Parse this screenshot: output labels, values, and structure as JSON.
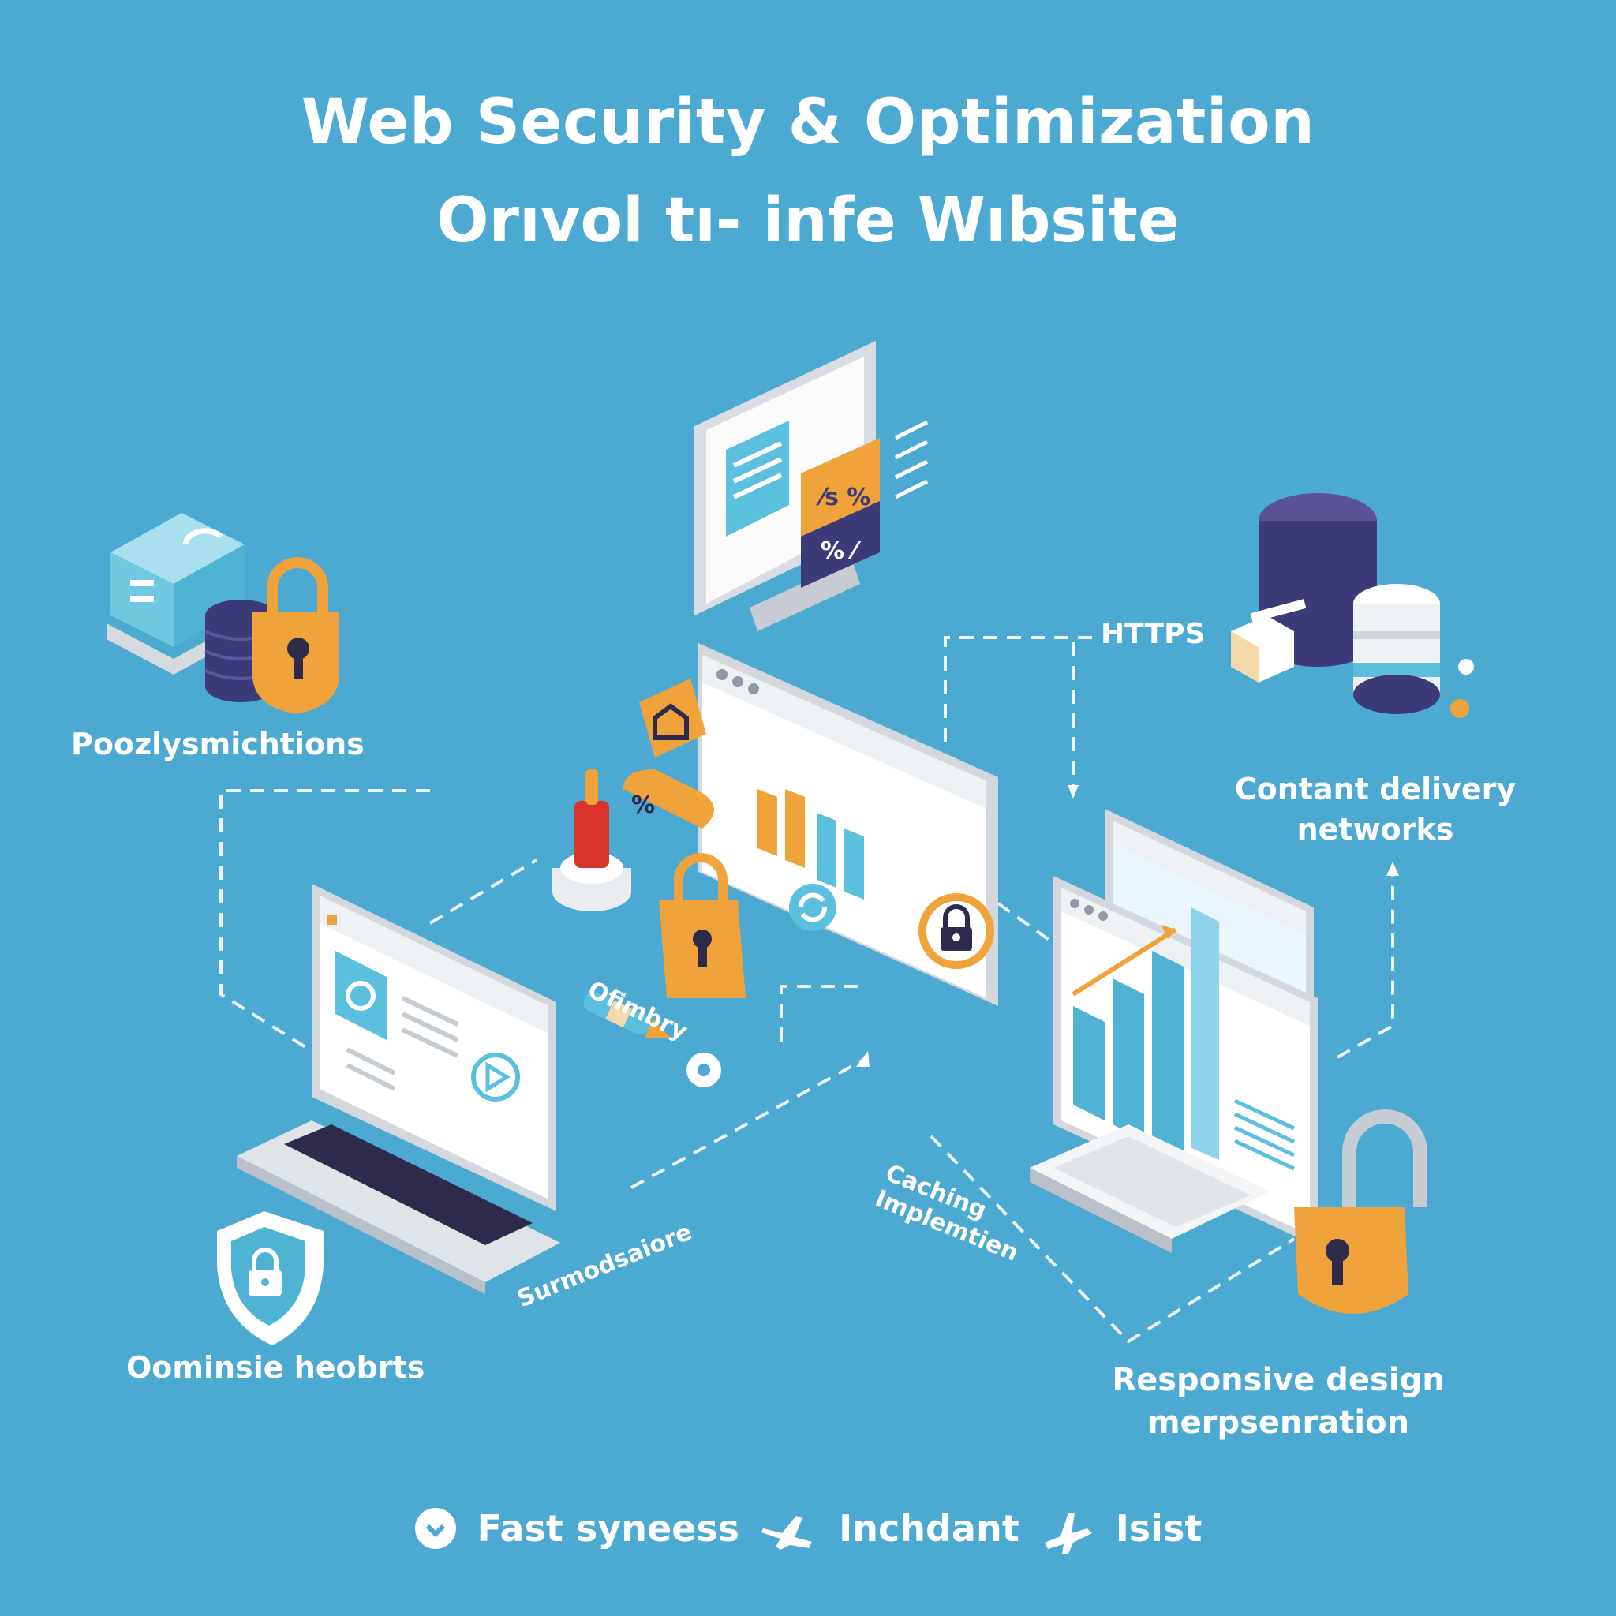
{
  "title": "Web Security & Optimization",
  "subtitle": "Orıvol tı- infe Wıbsite",
  "labels": {
    "top_left": "Poozlysmichtions",
    "top_right_line1": "Contant delivery",
    "top_right_line2": "networks",
    "https": "HTTPS",
    "bottom_left": "Oominsie heobrts",
    "bottom_right_line1": "Responsive design",
    "bottom_right_line2": "merpsenration",
    "optimizing": "Ofimbry",
    "surroundings": "Surmodsaiore",
    "caching_line1": "Caching",
    "caching_line2": "Implemtien",
    "lock_percent_top": "⁄s %",
    "lock_percent_bottom": "% ⁄",
    "tag_percent": "%"
  },
  "footer": [
    {
      "icon": "chevron-down-circle-icon",
      "label": "Fast syneess"
    },
    {
      "icon": "airplane-icon",
      "label": "Inchdant"
    },
    {
      "icon": "airplane-icon",
      "label": "Isist"
    }
  ],
  "colors": {
    "background": "#4ca9d1",
    "accent_orange": "#f0a33b",
    "navy": "#3c3a78",
    "light_blue": "#5bc0de",
    "white": "#ffffff"
  }
}
